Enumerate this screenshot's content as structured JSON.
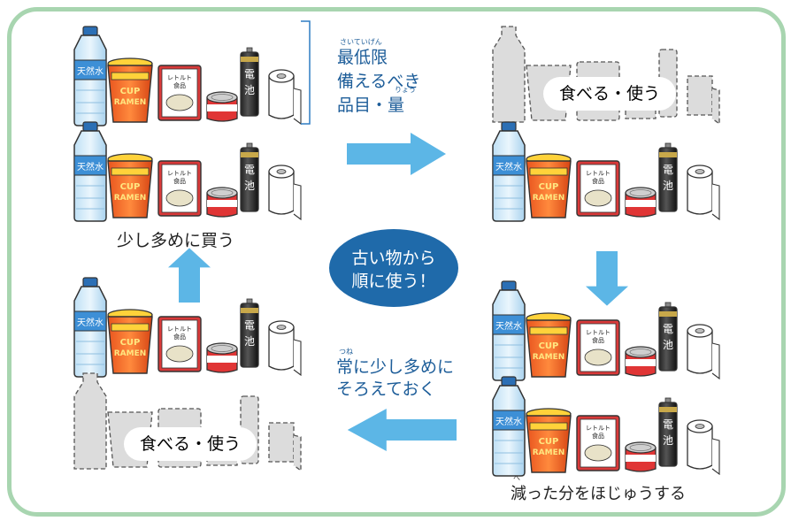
{
  "labels": {
    "essential_line1": "最低限",
    "essential_line2": "備えるべき",
    "essential_line3": "品目・量",
    "ruby_saiteigen": "さいていげん",
    "ruby_ryou": "りょう",
    "buy_more": "少し多めに買う",
    "center_line1": "古い物から",
    "center_line2": "順に使う！",
    "always_line1": "常に少し多めに",
    "always_line2": "そろえておく",
    "ruby_tsune": "つね",
    "eat_use_top": "食べる・使う",
    "eat_use_bottom": "食べる・使う",
    "replenish": "減った分をほじゅうする",
    "ruby_he": "へ"
  },
  "product_text": {
    "water": "天然水",
    "cup": "CUP",
    "ramen": "RAMEN",
    "retort1": "レトルト",
    "retort2": "食品",
    "battery": "電池"
  },
  "colors": {
    "frame": "#a8d5b0",
    "arrow": "#5cb6e6",
    "center": "#1f6aaa",
    "text_blue": "#1d5d99",
    "placeholder": "#d9d9d9"
  }
}
